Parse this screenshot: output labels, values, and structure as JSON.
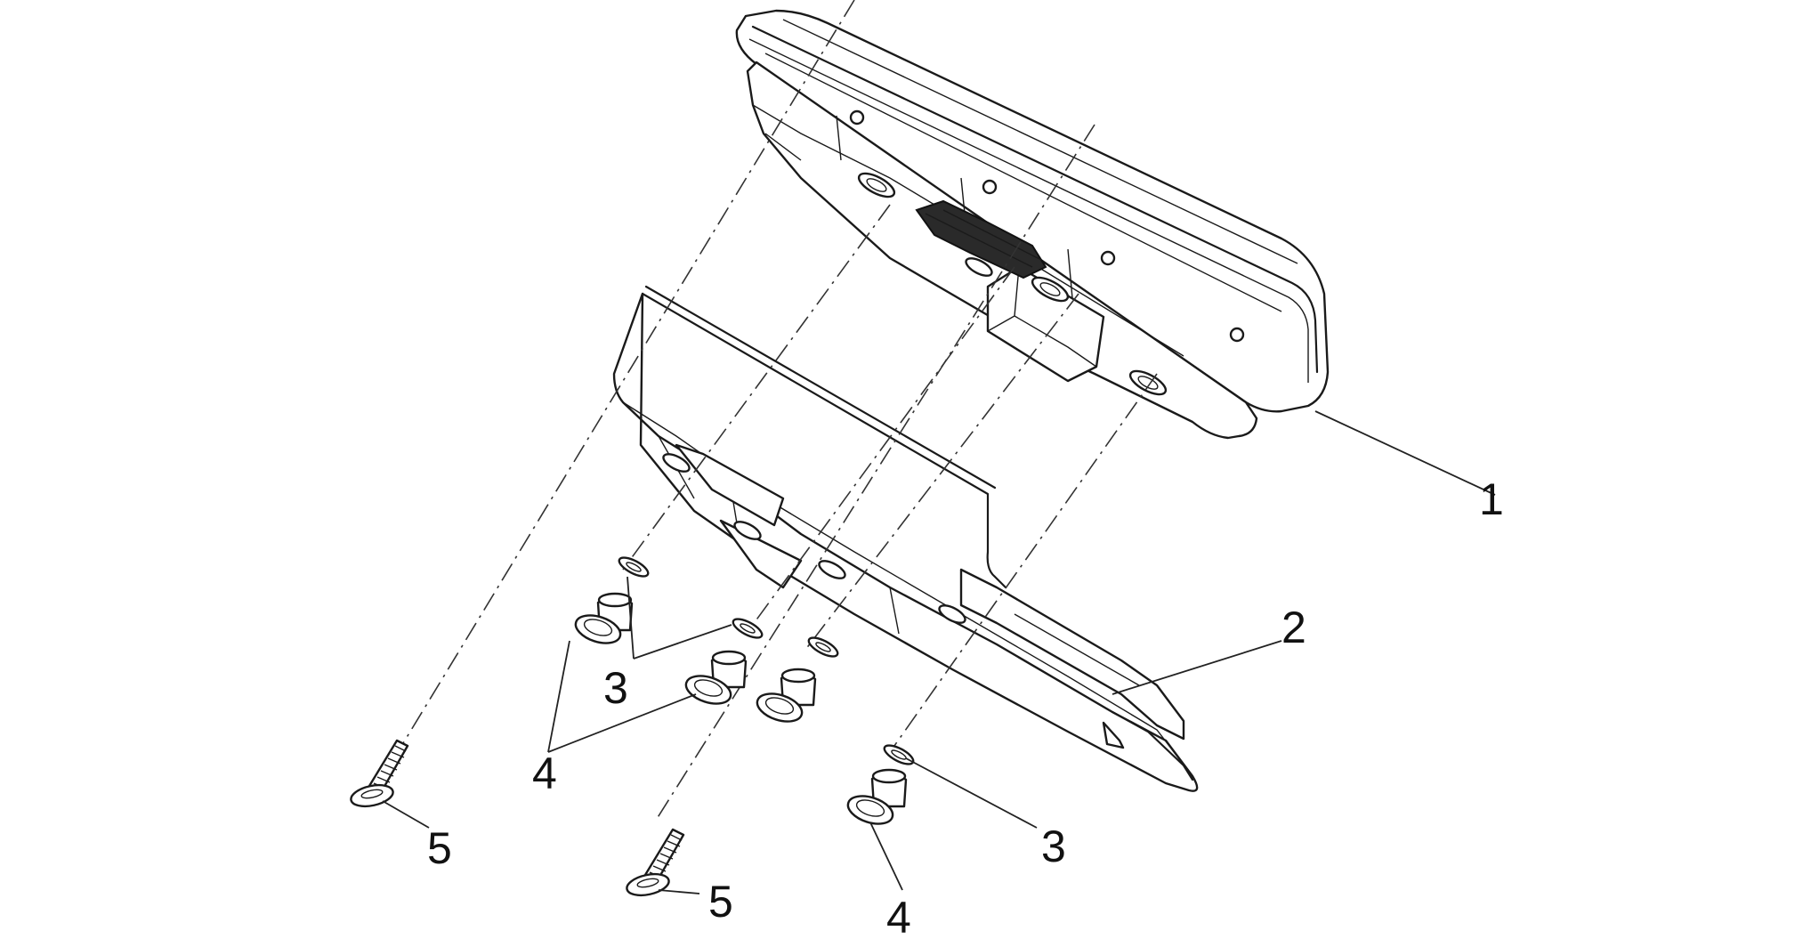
{
  "callouts": {
    "c1": "1",
    "c2": "2",
    "c3a": "3",
    "c3b": "3",
    "c4a": "4",
    "c4b": "4",
    "c5a": "5",
    "c5b": "5"
  },
  "parts": [
    {
      "ref": "1",
      "depicts": "instrument-panel"
    },
    {
      "ref": "2",
      "depicts": "support-bracket"
    },
    {
      "ref": "3",
      "depicts": "washer"
    },
    {
      "ref": "4",
      "depicts": "rubber-bush"
    },
    {
      "ref": "5",
      "depicts": "screw"
    }
  ],
  "colors": {
    "line": "#1a1a1a",
    "background": "#ffffff"
  }
}
